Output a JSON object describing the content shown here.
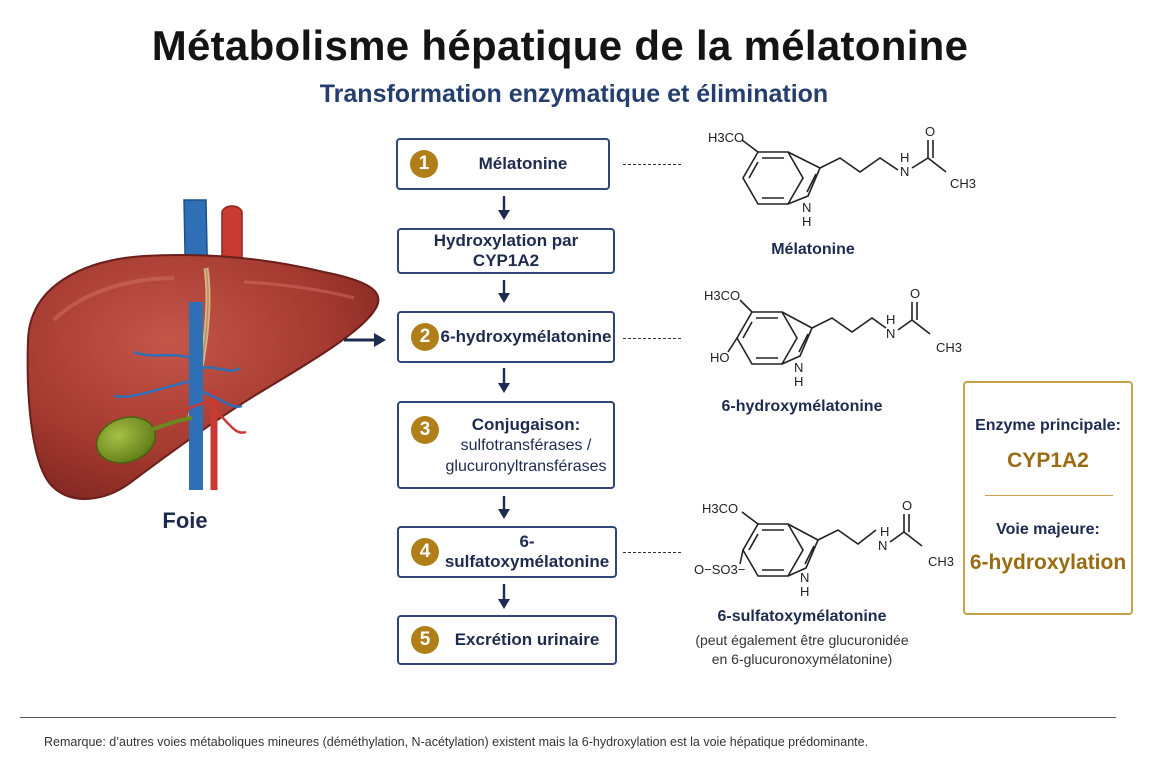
{
  "title": "Métabolisme hépatique de la mélatonine",
  "subtitle": "Transformation enzymatique et élimination",
  "organ": {
    "label": "Foie"
  },
  "steps": [
    {
      "number": "1",
      "label": "Mélatonine"
    },
    {
      "number": "",
      "label": "Hydroxylation par CYP1A2"
    },
    {
      "number": "2",
      "label": "6-hydroxymélatonine"
    },
    {
      "number": "3",
      "label_line1": "Conjugaison:",
      "label_line2": "sulfotransférases /",
      "label_line3": "glucuronyltransférases"
    },
    {
      "number": "4",
      "label": "6-sulfatoxymélatonine"
    },
    {
      "number": "5",
      "label": "Excrétion urinaire"
    }
  ],
  "molecules": [
    {
      "name": "Mélatonine",
      "substituents": {
        "top": "H3CO",
        "nh": "N",
        "nh_h": "H",
        "ring_n": "N",
        "ring_h": "H",
        "carbonyl_o": "O",
        "methyl": "CH3"
      }
    },
    {
      "name": "6-hydroxymélatonine",
      "substituents": {
        "top": "H3CO",
        "left": "HO",
        "nh": "N",
        "nh_h": "H",
        "ring_n": "N",
        "ring_h": "H",
        "carbonyl_o": "O",
        "methyl": "CH3"
      }
    },
    {
      "name": "6-sulfatoxymélatonine",
      "note_line1": "(peut également être glucuronidée",
      "note_line2": "en 6-glucuronoxymélatonine)",
      "substituents": {
        "top": "H3CO",
        "left": "O−SO3−",
        "nh": "N",
        "nh_h": "H",
        "ring_n": "N",
        "ring_h": "H",
        "carbonyl_o": "O",
        "methyl": "CH3"
      }
    }
  ],
  "side_box": {
    "enzyme_heading": "Enzyme principale:",
    "enzyme_value": "CYP1A2",
    "route_heading": "Voie majeure:",
    "route_value": "6-hydroxylation"
  },
  "footnote": "Remarque: d’autres voies métaboliques mineures (déméthylation, N-acétylation) existent mais la 6-hydroxylation est la voie hépatique prédominante.",
  "colors": {
    "navy": "#1d2b4e",
    "gold": "#b07f1a",
    "liver": "#a53a30",
    "vein": "#2e6fb5",
    "artery": "#c83a33",
    "gallbladder": "#7a9a25"
  }
}
